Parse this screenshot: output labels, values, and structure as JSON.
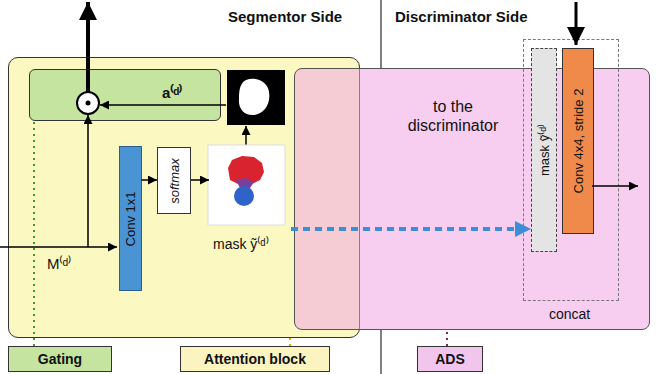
{
  "diagram": {
    "nodes": [
      {
        "text": [
          "M⁽ᵈ⁾"
        ]
      },
      {
        "text": [
          "a⁽ᵈ⁾"
        ],
        "in": 0
      },
      {
        "text": [
          "Conv 1x1"
        ],
        "in": 0
      },
      {
        "text": [
          "softmax"
        ],
        "in": 0
      },
      {
        "text": [
          "mask ỹ⁽ᵈ⁾"
        ],
        "in": 0
      },
      {
        "text": [
          "to the discriminator"
        ]
      },
      {
        "text": [
          "concat"
        ],
        "in": 5
      },
      {
        "text": [
          "mask ỹ⁽ᵈ⁾"
        ],
        "in": 6
      },
      {
        "text": [
          "Conv 4x4, stride 2"
        ],
        "in": 6
      },
      {
        "text": [
          "Gating"
        ]
      },
      {
        "text": [
          "Attention block"
        ]
      },
      {
        "text": [
          "ADS"
        ]
      }
    ],
    "edges": [
      {
        "from": 2,
        "to": 3,
        "arrow": "to"
      },
      {
        "from": 3,
        "to": 4,
        "arrow": "to"
      },
      {
        "from": 4,
        "to": 7,
        "arrow": "to"
      },
      {
        "from": 9,
        "to": 1,
        "arrow": "none"
      },
      {
        "from": 10,
        "to": 0,
        "arrow": "none"
      },
      {
        "from": 11,
        "to": 5,
        "arrow": "none"
      }
    ],
    "labels": [
      "Segmentor Side",
      "Discriminator Side"
    ]
  }
}
